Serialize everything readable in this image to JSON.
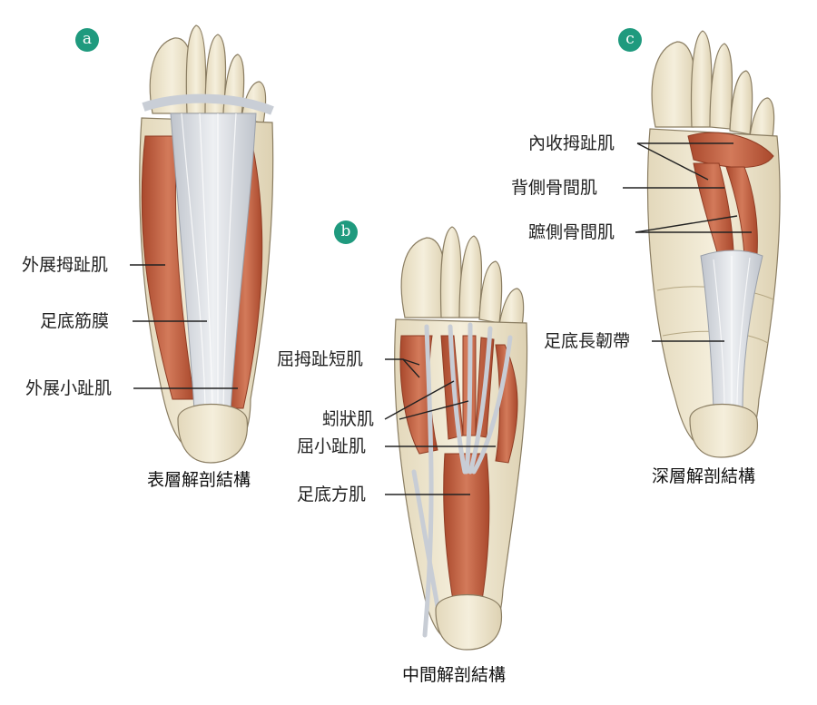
{
  "panels": {
    "a": {
      "badge": "a",
      "caption": "表層解剖結構",
      "labels": [
        "外展拇趾肌",
        "足底筋膜",
        "外展小趾肌"
      ]
    },
    "b": {
      "badge": "b",
      "caption": "中間解剖結構",
      "labels": [
        "屈拇趾短肌",
        "蚓狀肌",
        "屈小趾肌",
        "足底方肌"
      ]
    },
    "c": {
      "badge": "c",
      "caption": "深層解剖結構",
      "labels": [
        "內收拇趾肌",
        "背側骨間肌",
        "蹠側骨間肌",
        "足底長韌帶"
      ]
    }
  },
  "colors": {
    "bone": "#efe6cf",
    "bone_outline": "#8a7d62",
    "muscle": "#c9684a",
    "muscle_dark": "#a34a30",
    "tendon": "#d4d8df",
    "badge": "#1f9a7e",
    "leader": "#222222"
  }
}
